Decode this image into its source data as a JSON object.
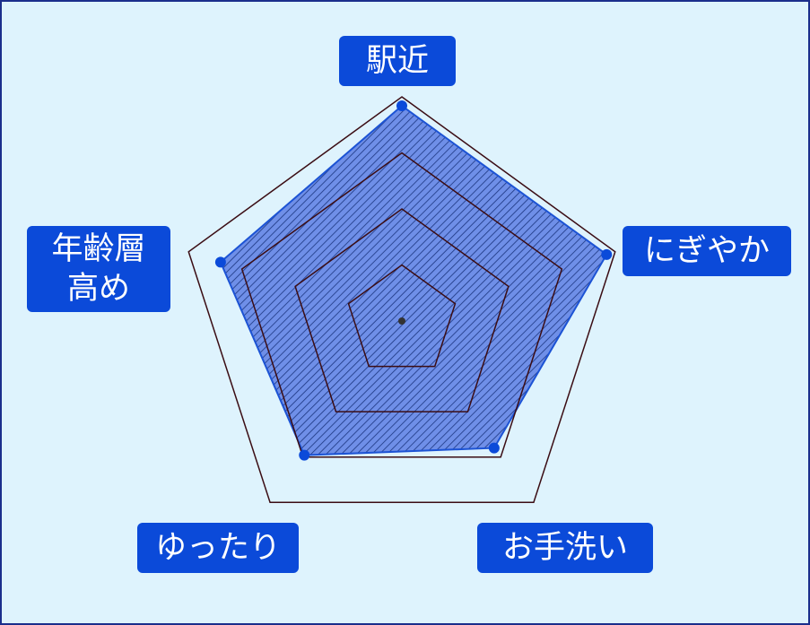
{
  "chart_data": {
    "type": "radar",
    "axes": [
      "駅近",
      "にぎやか",
      "お手洗い",
      "ゆったり",
      "年齢層\n高め"
    ],
    "values": [
      0.96,
      0.96,
      0.7,
      0.74,
      0.85
    ],
    "range": [
      0,
      1
    ],
    "rings": 4,
    "colors": {
      "fill": "#6f8fe8",
      "hatch": "#1b3580",
      "outline": "#1c53d4",
      "point": "#0b4ad9",
      "grid": "#3b0d14",
      "label_bg": "#0b4ad9",
      "background": "#def3fd"
    }
  }
}
